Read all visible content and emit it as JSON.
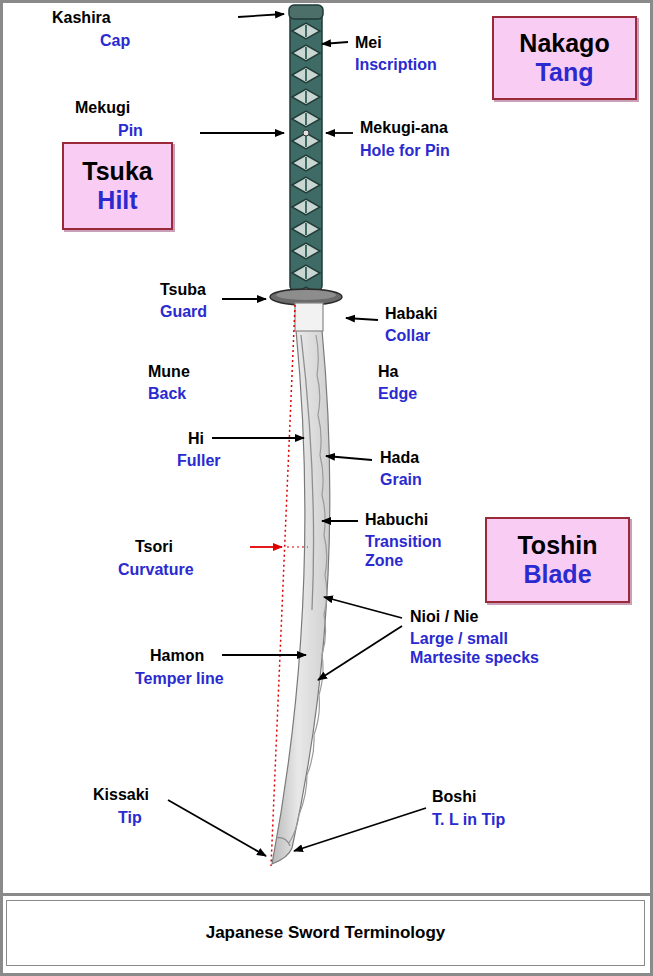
{
  "diagram": {
    "caption": "Japanese Sword Terminology",
    "nodes": [
      {
        "text": [
          "Nakago",
          "Tang"
        ]
      },
      {
        "text": [
          "Tsuka",
          "Hilt"
        ]
      },
      {
        "text": [
          "Toshin",
          "Blade"
        ]
      }
    ],
    "labels": [
      "Kashira",
      "Cap",
      "Mei",
      "Inscription",
      "Mekugi",
      "Pin",
      "Mekugi-ana",
      "Hole for Pin",
      "Tsuba",
      "Guard",
      "Habaki",
      "Collar",
      "Mune",
      "Back",
      "Ha",
      "Edge",
      "Hi",
      "Fuller",
      "Hada",
      "Grain",
      "Habuchi",
      "Transition Zone",
      "Tsori",
      "Curvature",
      "Nioi / Nie",
      "Large / small Martesite specks",
      "Hamon",
      "Temper line",
      "Boshi",
      "T. L in Tip",
      "Kissaki",
      "Tip"
    ]
  }
}
